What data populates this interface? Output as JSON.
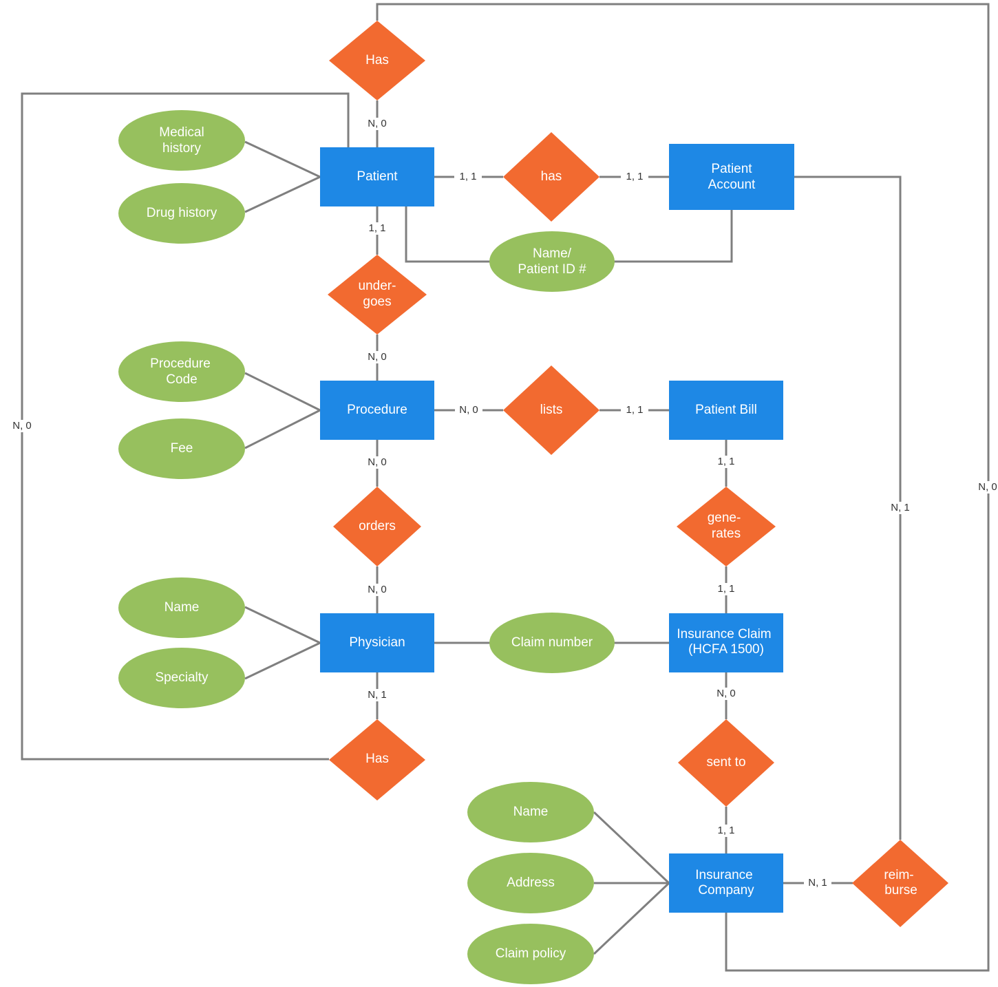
{
  "colors": {
    "entity": "#1e88e5",
    "relationship": "#f26a30",
    "attribute": "#97c05e",
    "connector": "#7f7f7f"
  },
  "entities": {
    "patient": "Patient",
    "patient_account": [
      "Patient",
      "Account"
    ],
    "procedure": "Procedure",
    "patient_bill": "Patient Bill",
    "physician": "Physician",
    "insurance_claim": [
      "Insurance Claim",
      "(HCFA 1500)"
    ],
    "insurance_company": [
      "Insurance",
      "Company"
    ]
  },
  "relationships": {
    "has_top": "Has",
    "has_account": "has",
    "undergoes": [
      "under-",
      "goes"
    ],
    "lists": "lists",
    "orders": "orders",
    "generates": [
      "gene-",
      "rates"
    ],
    "has_bottom": "Has",
    "sent_to": "sent to",
    "reimburse": [
      "reim-",
      "burse"
    ]
  },
  "attributes": {
    "medical_history": [
      "Medical",
      "history"
    ],
    "drug_history": "Drug history",
    "name_patient_id": [
      "Name/",
      "Patient ID #"
    ],
    "procedure_code": [
      "Procedure",
      "Code"
    ],
    "fee": "Fee",
    "physician_name": "Name",
    "specialty": "Specialty",
    "claim_number": "Claim number",
    "company_name": "Name",
    "address": "Address",
    "claim_policy": "Claim policy"
  },
  "cardinalities": {
    "has_top_patient": "N, 0",
    "patient_has": "1, 1",
    "has_account": "1, 1",
    "patient_undergoes": "1, 1",
    "undergoes_procedure": "N, 0",
    "procedure_lists": "N, 0",
    "lists_bill": "1, 1",
    "procedure_orders": "N, 0",
    "orders_physician": "N, 0",
    "bill_generates": "1, 1",
    "generates_claim": "1, 1",
    "physician_has": "N, 1",
    "claim_sent": "N, 0",
    "sent_company": "1, 1",
    "company_reimburse": "N, 1",
    "left_loop": "N, 0",
    "account_reimburse": "N, 1",
    "outer_loop": "N, 0"
  }
}
